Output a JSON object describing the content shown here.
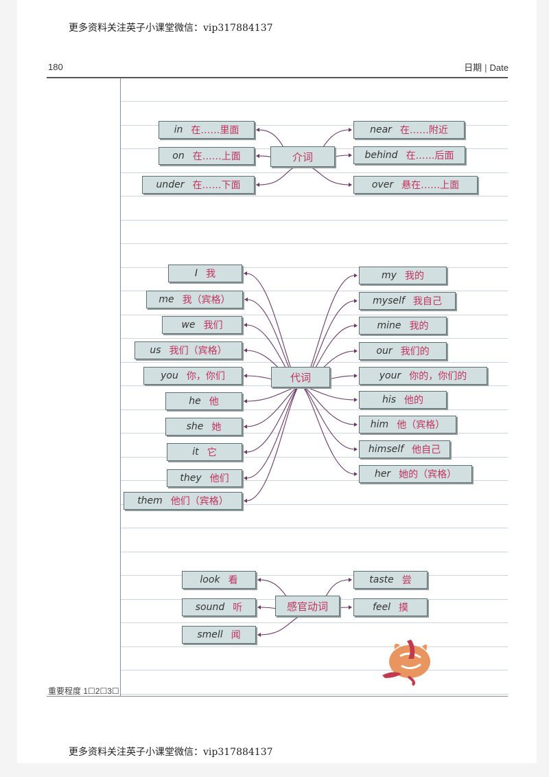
{
  "watermark": "更多资料关注英子小课堂微信：vip317884137",
  "page_number": "180",
  "date_label": {
    "zh": "日期",
    "en": "Date"
  },
  "importance": "重要程度 1☐2☐3☐",
  "groups": {
    "prepositions": {
      "center": "介词",
      "left": [
        {
          "en": "in",
          "zh": "在……里面"
        },
        {
          "en": "on",
          "zh": "在……上面"
        },
        {
          "en": "under",
          "zh": "在……下面"
        }
      ],
      "right": [
        {
          "en": "near",
          "zh": "在……附近"
        },
        {
          "en": "behind",
          "zh": "在……后面"
        },
        {
          "en": "over",
          "zh": "悬在……上面"
        }
      ]
    },
    "pronouns": {
      "center": "代词",
      "left": [
        {
          "en": "I",
          "zh": "我"
        },
        {
          "en": "me",
          "zh": "我（宾格）"
        },
        {
          "en": "we",
          "zh": "我们"
        },
        {
          "en": "us",
          "zh": "我们（宾格）"
        },
        {
          "en": "you",
          "zh": "你，你们"
        },
        {
          "en": "he",
          "zh": "他"
        },
        {
          "en": "she",
          "zh": "她"
        },
        {
          "en": "it",
          "zh": "它"
        },
        {
          "en": "they",
          "zh": "他们"
        },
        {
          "en": "them",
          "zh": "他们（宾格）"
        }
      ],
      "right": [
        {
          "en": "my",
          "zh": "我的"
        },
        {
          "en": "myself",
          "zh": "我自己"
        },
        {
          "en": "mine",
          "zh": "我的"
        },
        {
          "en": "our",
          "zh": "我们的"
        },
        {
          "en": "your",
          "zh": "你的，你们的"
        },
        {
          "en": "his",
          "zh": "他的"
        },
        {
          "en": "him",
          "zh": "他（宾格）"
        },
        {
          "en": "himself",
          "zh": "他自己"
        },
        {
          "en": "her",
          "zh": "她的（宾格）"
        }
      ]
    },
    "sense_verbs": {
      "center": "感官动词",
      "left": [
        {
          "en": "look",
          "zh": "看"
        },
        {
          "en": "sound",
          "zh": "听"
        },
        {
          "en": "smell",
          "zh": "闻"
        }
      ],
      "right": [
        {
          "en": "taste",
          "zh": "尝"
        },
        {
          "en": "feel",
          "zh": "摸"
        }
      ]
    }
  },
  "colors": {
    "box_fill": "#d2dfe0",
    "chinese_text": "#c1325c",
    "connector": "#6a3a66",
    "english_text": "#333333"
  }
}
